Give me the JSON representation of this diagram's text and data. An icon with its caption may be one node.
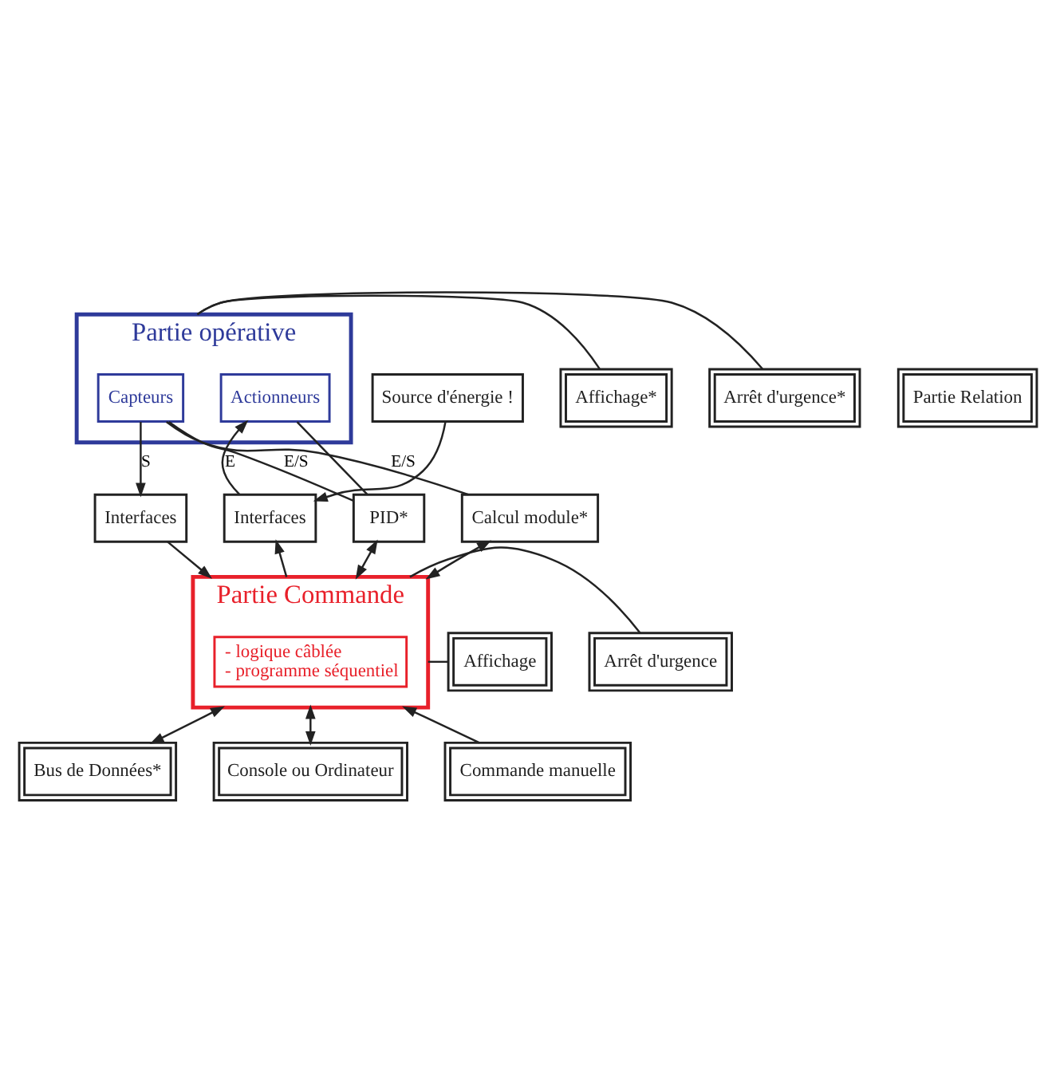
{
  "diagram": {
    "nodes": [
      {
        "text": [
          "Partie opérative"
        ]
      },
      {
        "text": [
          "Capteurs"
        ],
        "in": 0
      },
      {
        "text": [
          "Actionneurs"
        ],
        "in": 0
      },
      {
        "text": [
          "Affichage*"
        ]
      },
      {
        "text": [
          "Arrêt d'urgence*"
        ]
      },
      {
        "text": [
          "Interfaces"
        ]
      },
      {
        "text": [
          "Interfaces"
        ]
      },
      {
        "text": [
          "Source d'énergie !"
        ]
      },
      {
        "text": [
          "Partie Commande"
        ]
      },
      {
        "text": [
          "- logique câblée",
          "- programme séquentiel"
        ],
        "in": 8
      },
      {
        "text": [
          "Affichage"
        ]
      },
      {
        "text": [
          "Arrêt d'urgence"
        ]
      },
      {
        "text": [
          "PID*"
        ]
      },
      {
        "text": [
          "Calcul module*"
        ]
      },
      {
        "text": [
          "Bus de Données*"
        ]
      },
      {
        "text": [
          "Console ou Ordinateur"
        ]
      },
      {
        "text": [
          "Commande manuelle"
        ]
      },
      {
        "text": [
          "Partie Relation"
        ]
      }
    ],
    "edges": [
      {
        "from": 0,
        "to": 3,
        "arrow": "none"
      },
      {
        "from": 0,
        "to": 4,
        "arrow": "none"
      },
      {
        "from": 13,
        "to": 1,
        "arrow": "none",
        "label": "E/S"
      },
      {
        "from": 12,
        "to": 1,
        "arrow": "none",
        "label": "E/S"
      },
      {
        "from": 12,
        "to": 2,
        "arrow": "none"
      },
      {
        "from": 1,
        "to": 5,
        "arrow": "to",
        "label": "S"
      },
      {
        "from": 6,
        "to": 2,
        "arrow": "to",
        "label": "E"
      },
      {
        "from": 7,
        "to": 6,
        "arrow": "to"
      },
      {
        "from": 5,
        "to": 8,
        "arrow": "to"
      },
      {
        "from": 8,
        "to": 6,
        "arrow": "to"
      },
      {
        "from": 8,
        "to": 10,
        "arrow": "none"
      },
      {
        "from": 8,
        "to": 11,
        "arrow": "none"
      },
      {
        "from": 12,
        "to": 8,
        "arrow": "both"
      },
      {
        "from": 13,
        "to": 8,
        "arrow": "both"
      },
      {
        "from": 8,
        "to": 14,
        "arrow": "both"
      },
      {
        "from": 8,
        "to": 15,
        "arrow": "both"
      },
      {
        "from": 16,
        "to": 8,
        "arrow": "to"
      }
    ]
  }
}
